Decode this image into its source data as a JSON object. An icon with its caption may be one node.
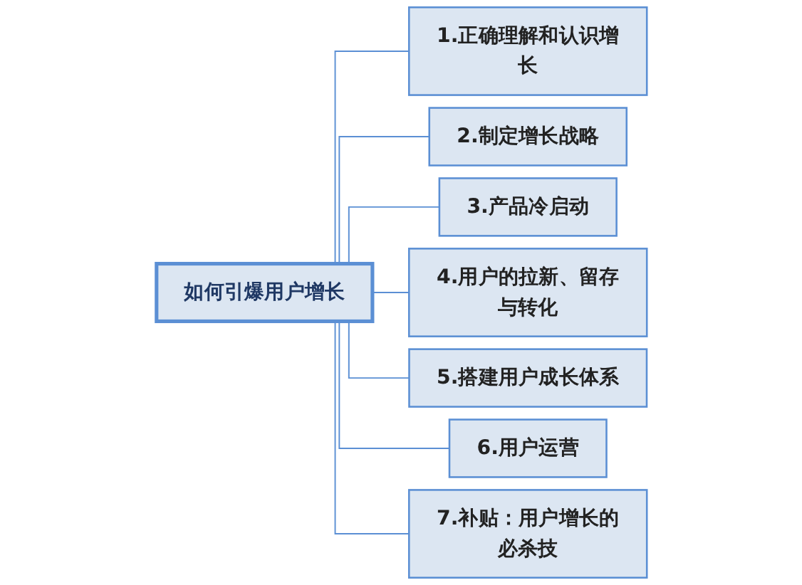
{
  "diagram": {
    "nodes": [
      {
        "text": [
          "如何引爆用户增长"
        ]
      },
      {
        "text": [
          "1.正确理解和认识增长"
        ]
      },
      {
        "text": [
          "2.制定增长战略"
        ]
      },
      {
        "text": [
          "3.产品冷启动"
        ]
      },
      {
        "text": [
          "4.用户的拉新、留存与转化"
        ]
      },
      {
        "text": [
          "5.搭建用户成长体系"
        ]
      },
      {
        "text": [
          "6.用户运营"
        ]
      },
      {
        "text": [
          "7.补贴：用户增长的必杀技"
        ]
      }
    ],
    "edges": [
      {
        "from": 0,
        "to": 1,
        "arrow": "none"
      },
      {
        "from": 0,
        "to": 2,
        "arrow": "none"
      },
      {
        "from": 0,
        "to": 3,
        "arrow": "none"
      },
      {
        "from": 0,
        "to": 4,
        "arrow": "none"
      },
      {
        "from": 0,
        "to": 5,
        "arrow": "none"
      },
      {
        "from": 0,
        "to": 6,
        "arrow": "none"
      },
      {
        "from": 0,
        "to": 7,
        "arrow": "none"
      }
    ]
  }
}
